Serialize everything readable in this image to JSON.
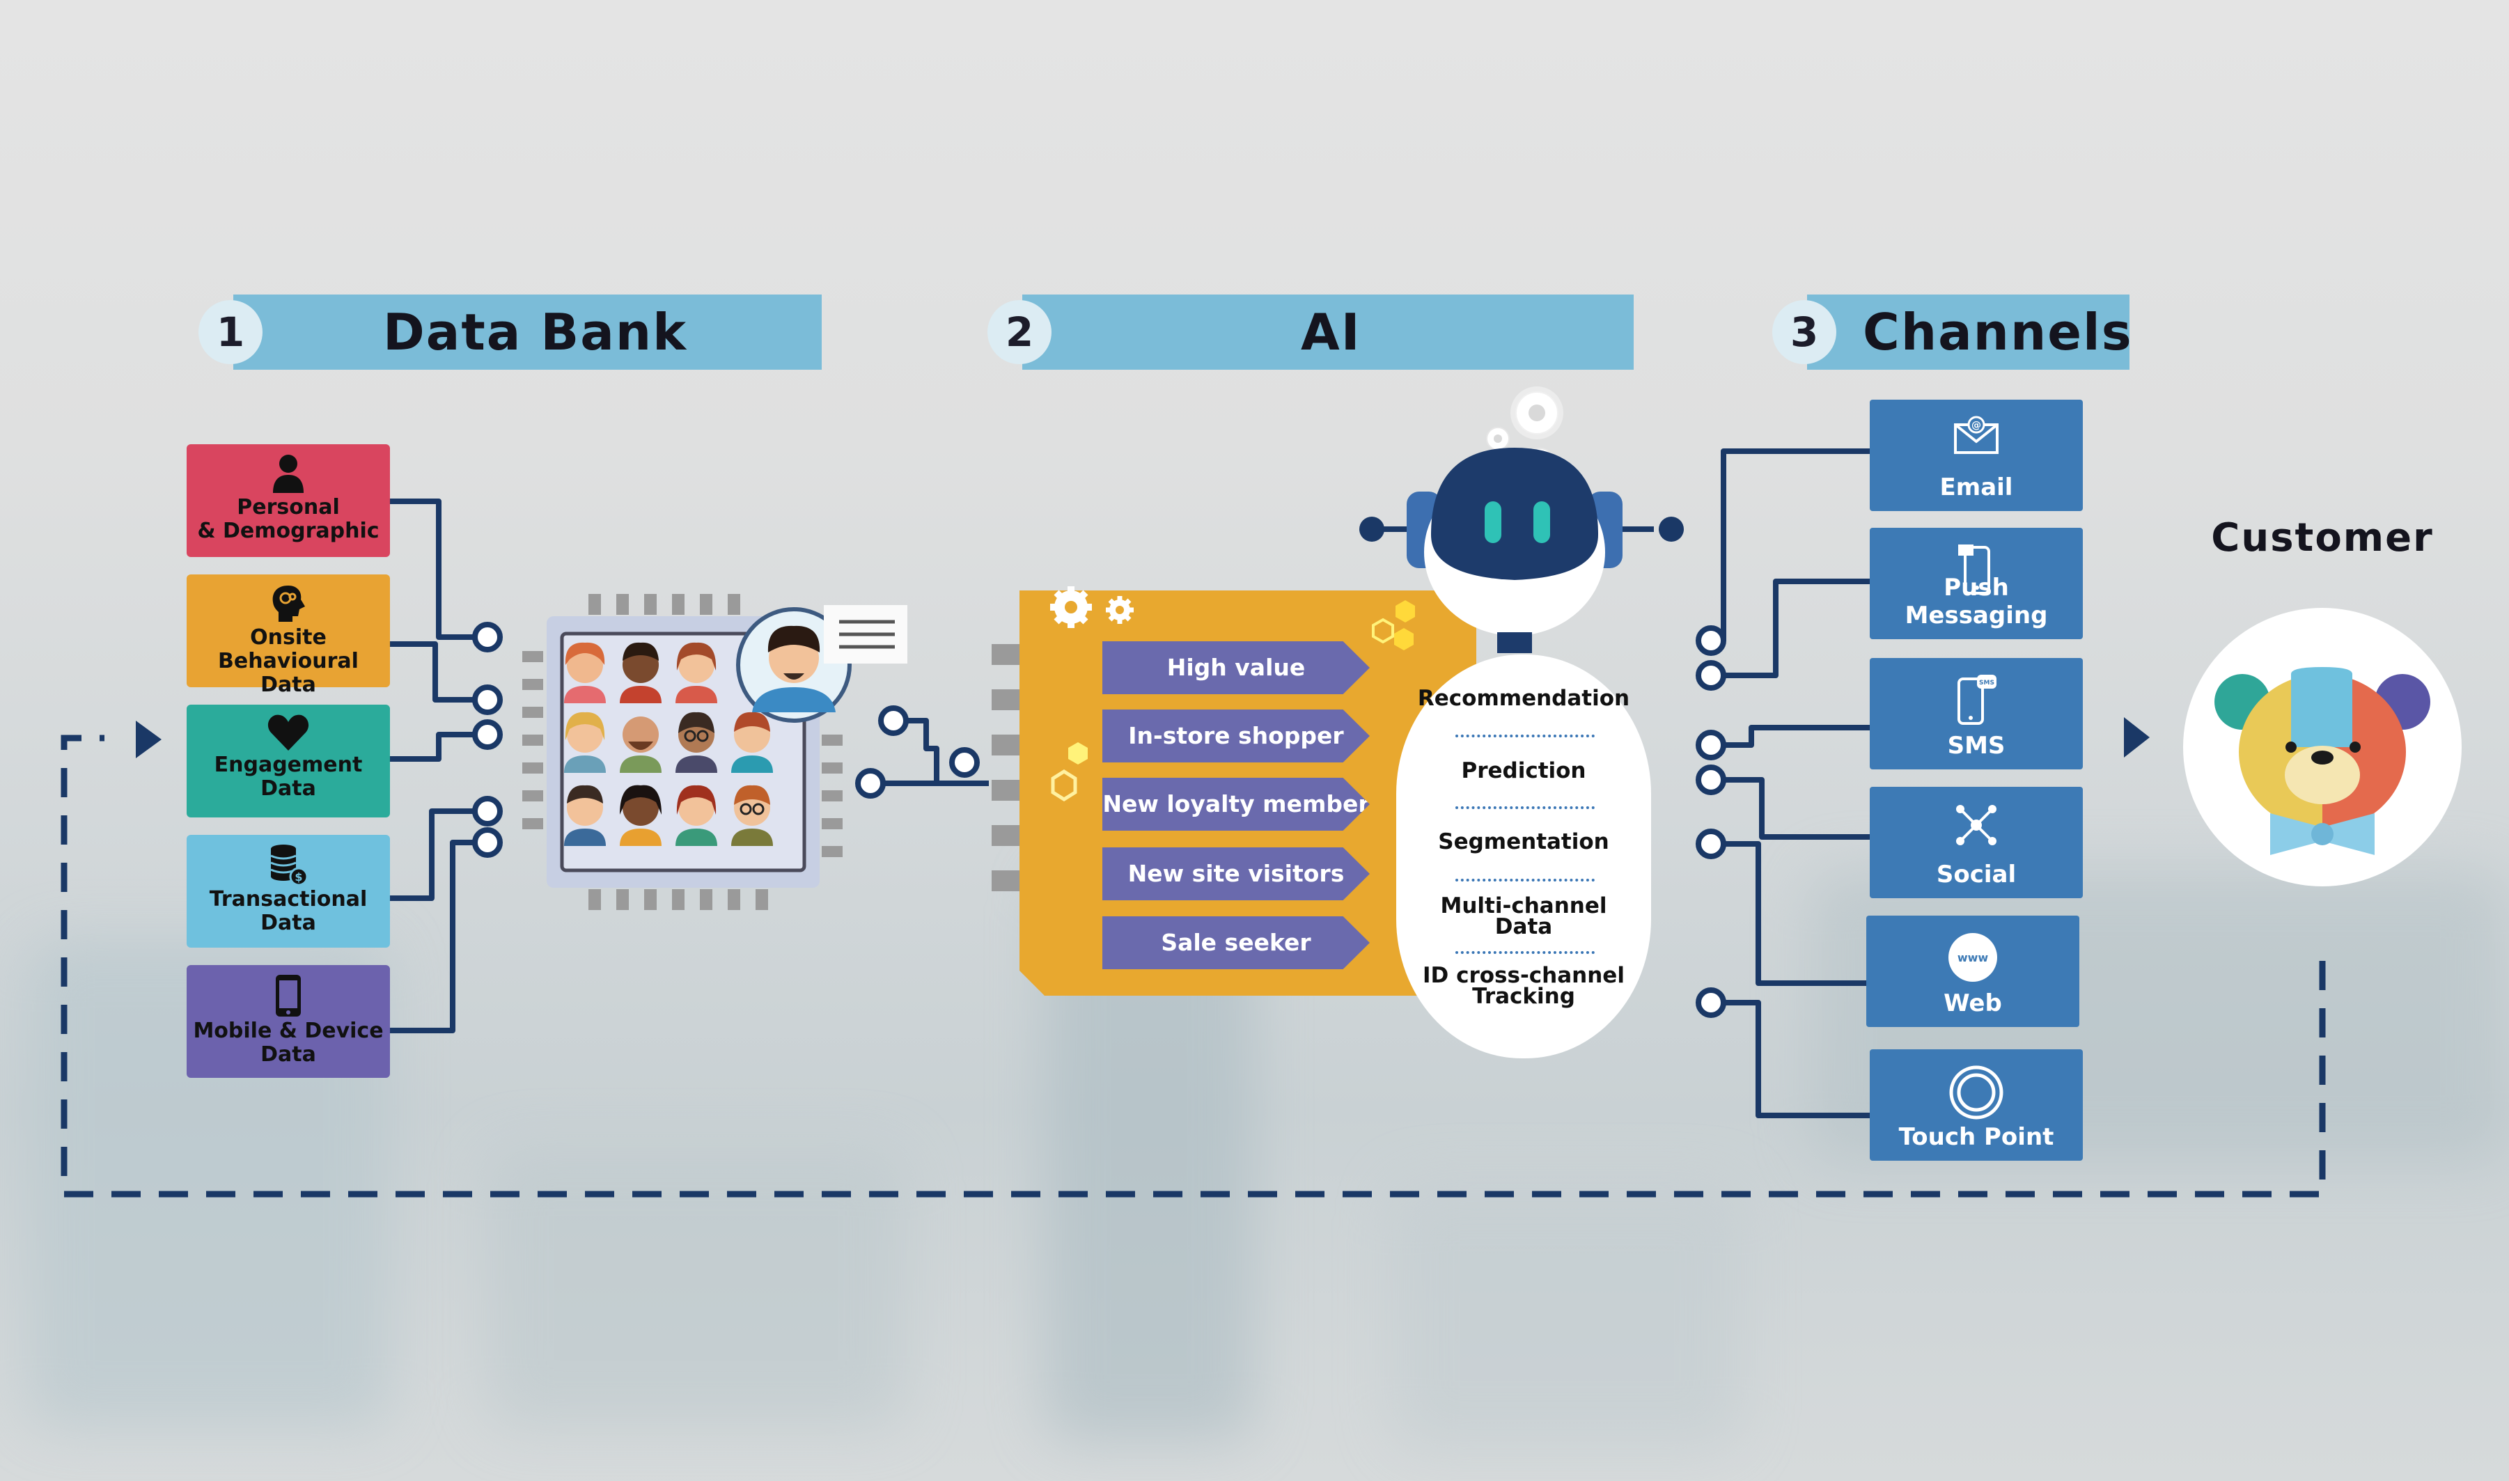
{
  "steps": [
    {
      "number": "1",
      "title": "Data Bank"
    },
    {
      "number": "2",
      "title": "AI"
    },
    {
      "number": "3",
      "title": "Channels"
    }
  ],
  "data_sources": [
    {
      "line1": "Personal",
      "line2": "& Demographic",
      "color": "#d9455f",
      "icon": "person-icon"
    },
    {
      "line1": "Onsite Behavioural",
      "line2": "Data",
      "color": "#e8a333",
      "icon": "brain-icon"
    },
    {
      "line1": "Engagement",
      "line2": "Data",
      "color": "#2bab9b",
      "icon": "heart-icon"
    },
    {
      "line1": "Transactional",
      "line2": "Data",
      "color": "#6fc1de",
      "icon": "coins-icon"
    },
    {
      "line1": "Mobile & Device",
      "line2": "Data",
      "color": "#6c62ad",
      "icon": "mobile-icon"
    }
  ],
  "segments": [
    "High value",
    "In-store shopper",
    "New loyalty member",
    "New site visitors",
    "Sale seeker"
  ],
  "ai_outputs": [
    {
      "line1": "Recommendation",
      "line2": ""
    },
    {
      "line1": "Prediction",
      "line2": ""
    },
    {
      "line1": "Segmentation",
      "line2": ""
    },
    {
      "line1": "Multi-channel",
      "line2": "Data"
    },
    {
      "line1": "ID cross-channel",
      "line2": "Tracking"
    }
  ],
  "channels": [
    {
      "label": "Email",
      "icon": "envelope-icon"
    },
    {
      "label": "Push Messaging",
      "icon": "phone-notification-icon"
    },
    {
      "label": "SMS",
      "icon": "sms-phone-icon"
    },
    {
      "label": "Social",
      "icon": "network-icon"
    },
    {
      "label": "Web",
      "icon": "www-globe-icon"
    },
    {
      "label": "Touch Point",
      "icon": "target-circle-icon"
    }
  ],
  "customer": {
    "label": "Customer",
    "icon": "bear-face-icon"
  },
  "colors": {
    "header": "#7bbcd8",
    "navy_line": "#1a3866",
    "ai_card": "#e8a82f",
    "segment": "#6a6aad",
    "channel": "#3d7ab5"
  }
}
